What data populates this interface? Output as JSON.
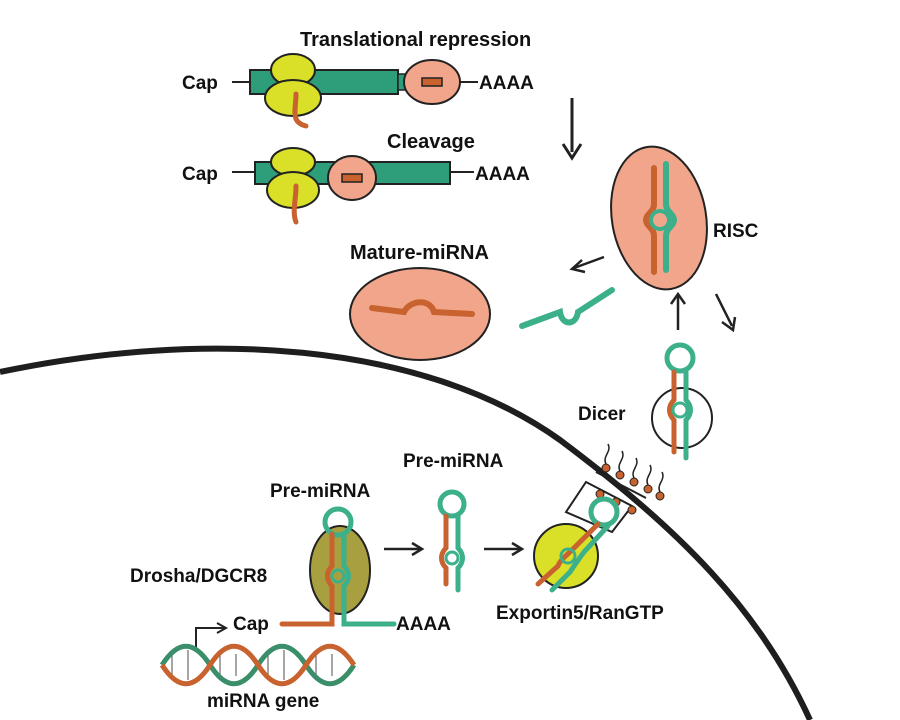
{
  "labels": {
    "translational_repression": "Translational repression",
    "cleavage": "Cleavage",
    "cap": "Cap",
    "poly_a": "AAAA",
    "risc": "RISC",
    "mature_mirna": "Mature-miRNA",
    "dicer": "Dicer",
    "pre_mirna": "Pre-miRNA",
    "drosha": "Drosha/DGCR8",
    "exportin": "Exportin5/RanGTP",
    "mirna_gene": "miRNA gene"
  },
  "colors": {
    "mrna_green": "#2e9e7a",
    "mirna_teal": "#3cb08a",
    "mirna_orange": "#c8622f",
    "ribosome_yellow": "#d9e027",
    "risc_salmon": "#f1a58a",
    "drosha_olive": "#a8a040",
    "membrane": "#1a1a1a"
  }
}
